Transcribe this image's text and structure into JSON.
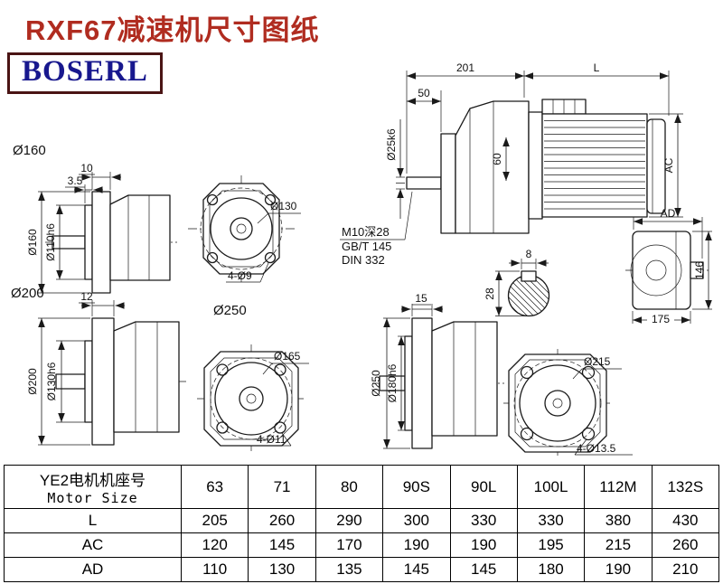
{
  "page": {
    "title": "RXF67减速机尺寸图纸",
    "logo": "BOSERL"
  },
  "colors": {
    "title": "#b02c20",
    "logoText": "#18188e",
    "logoBorder": "#4a1414"
  },
  "main_view": {
    "dim_201": "201",
    "dim_L": "L",
    "dim_50": "50",
    "dim_shaft": "Ø25k6",
    "dim_60": "60",
    "dim_AC": "AC"
  },
  "shaft_note": {
    "line1": "M10深28",
    "line2": "GB/T 145",
    "line3": "DIN 332"
  },
  "key_section": {
    "dim_8": "8",
    "dim_28": "28"
  },
  "right_view": {
    "dim_AD": "AD",
    "dim_146": "146",
    "dim_175": "175"
  },
  "flange160": {
    "label": "Ø160",
    "dim_10": "10",
    "dim_3_5": "3.5",
    "dim_160": "Ø160",
    "dim_110": "Ø110h6",
    "dim_130": "Ø130",
    "holes": "4-Ø9"
  },
  "flange200": {
    "label": "Ø200",
    "dim_12": "12",
    "dim_200": "Ø200",
    "dim_130": "Ø130h6",
    "dim_165": "Ø165",
    "holes": "4-Ø11"
  },
  "flange250": {
    "label": "Ø250",
    "dim_15": "15",
    "dim_250": "Ø250",
    "dim_180": "Ø180h6",
    "dim_215": "Ø215",
    "holes": "4-Ø13.5"
  },
  "table": {
    "row_header_line1": "YE2电机机座号",
    "row_header_line2": "Motor Size",
    "columns": [
      "63",
      "71",
      "80",
      "90S",
      "90L",
      "100L",
      "112M",
      "132S"
    ],
    "rows": [
      {
        "label": "L",
        "values": [
          "205",
          "260",
          "290",
          "300",
          "330",
          "330",
          "380",
          "430"
        ]
      },
      {
        "label": "AC",
        "values": [
          "120",
          "145",
          "170",
          "190",
          "190",
          "195",
          "215",
          "260"
        ]
      },
      {
        "label": "AD",
        "values": [
          "110",
          "130",
          "135",
          "145",
          "145",
          "180",
          "190",
          "210"
        ]
      }
    ]
  }
}
